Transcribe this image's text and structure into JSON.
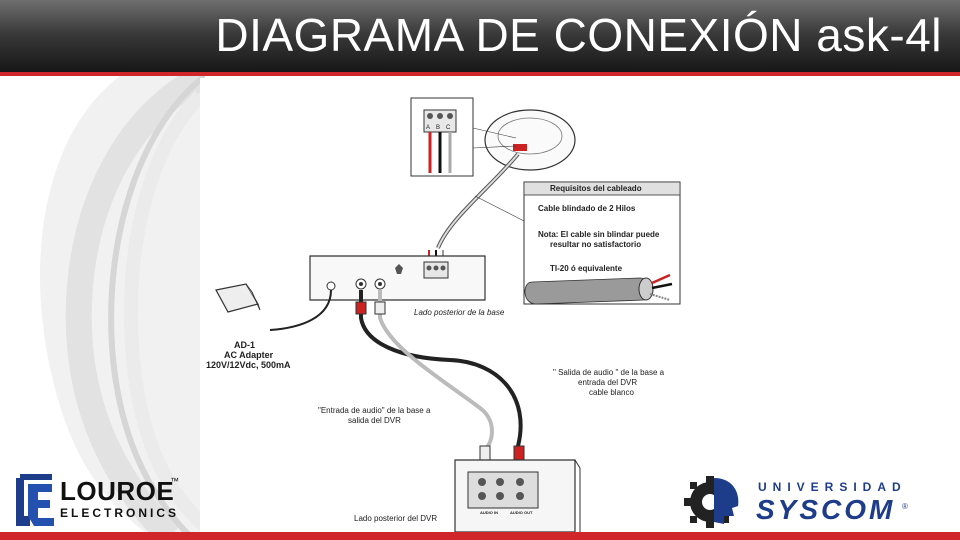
{
  "header": {
    "title": "DIAGRAMA DE CONEXIÓN ask-4l"
  },
  "diagram": {
    "terminal_letters": [
      "A",
      "B",
      "C"
    ],
    "requirements_box": {
      "title": "Requisitos del cableado",
      "line1": "Cable blindado de 2 Hilos",
      "line2a": "Nota: El cable sin blindar puede",
      "line2b": "resultar no satisfactorio",
      "line3": "TI-20 ó equivalente"
    },
    "adapter": {
      "name": "AD-1",
      "type": "AC Adapter",
      "spec": "120V/12Vdc, 500mA"
    },
    "base_rear_label": "Lado posterior de la base",
    "audio_out_note": [
      "\" Salida de audio \" de la base a",
      "entrada del DVR",
      "cable blanco"
    ],
    "audio_in_note": [
      "\"Entrada de audio\" de la base a",
      "salida del DVR"
    ],
    "dvr_rear_label": "Lado posterior del DVR",
    "dvr_ports": {
      "audio_in": "AUDIO IN",
      "audio_out": "AUDIO OUT"
    }
  },
  "branding": {
    "left": {
      "name": "LOUROE",
      "tm": "™",
      "sub": "ELECTRONICS"
    },
    "right": {
      "line1": "UNIVERSIDAD",
      "line2": "SYSCOM",
      "reg": "®"
    }
  }
}
